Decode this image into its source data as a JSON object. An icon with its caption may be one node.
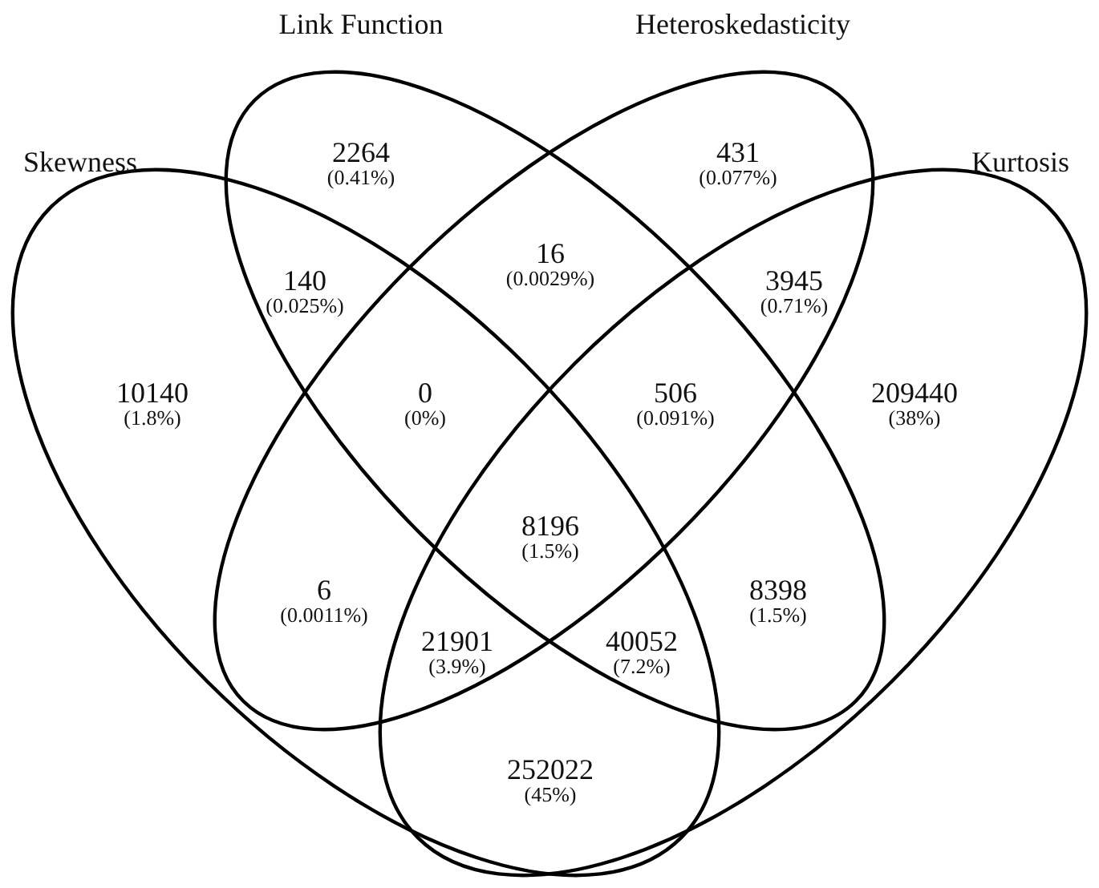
{
  "diagram": {
    "nodes": [
      {
        "text": [
          "Link Function"
        ]
      },
      {
        "text": [
          "Heteroskedasticity"
        ]
      },
      {
        "text": [
          "Skewness"
        ]
      },
      {
        "text": [
          "Kurtosis"
        ]
      }
    ],
    "labels": [
      "2264",
      "(0.41%)",
      "431",
      "(0.077%)",
      "16",
      "(0.0029%)",
      "140",
      "(0.025%)",
      "3945",
      "(0.71%)",
      "10140",
      "(1.8%)",
      "0",
      "(0%)",
      "506",
      "(0.091%)",
      "209440",
      "(38%)",
      "8196",
      "(1.5%)",
      "6",
      "(0.0011%)",
      "8398",
      "(1.5%)",
      "21901",
      "(3.9%)",
      "40052",
      "(7.2%)",
      "252022",
      "(45%)"
    ]
  }
}
